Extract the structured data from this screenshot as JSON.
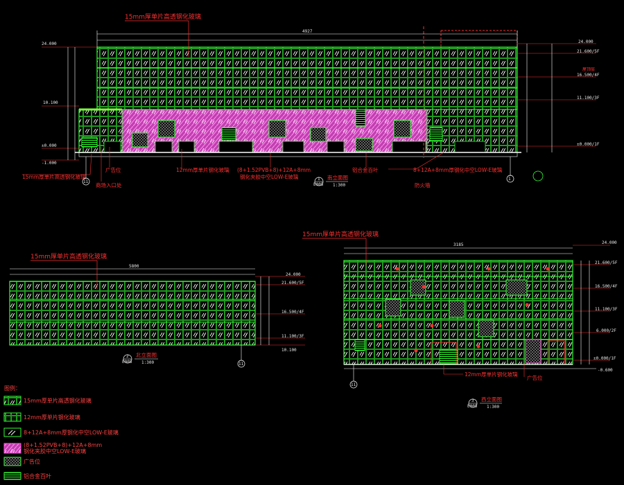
{
  "view1": {
    "top_note": "15mm厚单片高透钢化玻璃",
    "overall_dim": "4927",
    "left_levels": [
      "24.000",
      "10.100",
      "±0.000",
      "-1.000"
    ],
    "right_levels": [
      "24.000",
      "21.600/5F",
      "16.500/4F",
      "11.100/3F",
      "±0.000/1F"
    ],
    "right_roof_label": "屋顶层",
    "left_note_glass": "15mm厚单片高透钢化玻璃",
    "note_ad1": "广告位",
    "note_entrance": "商场入口处",
    "note_12mm": "12mm厚单片钢化玻璃",
    "note_laminated_1": "(8+1.52PVB+8)+12A+8mm",
    "note_laminated_2": "钢化夹胶中空LOW-E玻璃",
    "note_louver": "铝合金百叶",
    "note_insulating": "8+12A+8mm厚钢化中空LOW-E玻璃",
    "note_fire": "防火墙",
    "axis_left": "11",
    "axis_right": "1",
    "title_num": "1",
    "title_sheet": "E005",
    "title_name": "南立面图",
    "title_scale": "1:300"
  },
  "view2": {
    "top_note": "15mm厚单片高透钢化玻璃",
    "overall_dim": "5800",
    "levels": [
      "24.000",
      "21.600/5F",
      "16.500/4F",
      "11.100/3F",
      "10.100"
    ],
    "axis": "11",
    "title_num": "2",
    "title_sheet": "E005",
    "title_name": "北立面图",
    "title_scale": "1:300"
  },
  "view3": {
    "top_note": "15mm厚单片高透钢化玻璃",
    "overall_dim": "3185",
    "levels": [
      "24.000",
      "21.600/5F",
      "16.500/4F",
      "11.100/3F",
      "6.000/2F",
      "±0.000/1F",
      "-0.600"
    ],
    "axis": "11",
    "note_12mm": "12mm厚单片钢化玻璃",
    "note_ad": "广告位",
    "title_num": "3",
    "title_sheet": "E005",
    "title_name": "西立面图",
    "title_scale": "1:300"
  },
  "legend": {
    "heading": "图例：",
    "items": [
      {
        "label": "15mm厚单片高透钢化玻璃",
        "swatch": "glass"
      },
      {
        "label": "12mm厚单片钢化玻璃",
        "swatch": "glass12"
      },
      {
        "label": "8+12A+8mm厚钢化中空LOW-E玻璃",
        "swatch": "insul"
      },
      {
        "label": "(8+1.52PVB+8)+12A+8mm",
        "label2": "钢化夹胶中空LOW-E玻璃",
        "swatch": "lam"
      },
      {
        "label": "广告位",
        "swatch": "ad"
      },
      {
        "label": "铝合金百叶",
        "swatch": "louver"
      }
    ]
  },
  "colors": {
    "grid_green": "#33ff33",
    "glass_frame": "#33ff33",
    "laminated_pink": "#ff55dd",
    "red": "#ff3030",
    "white": "#ffffff"
  }
}
